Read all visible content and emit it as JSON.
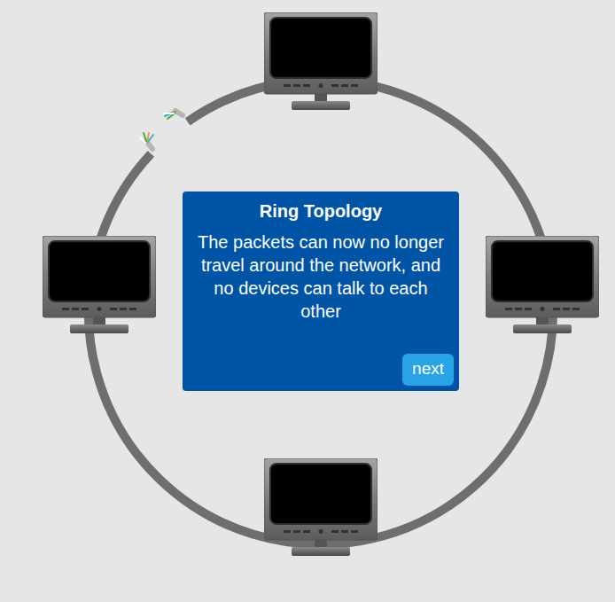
{
  "diagram": {
    "nodes": [
      {
        "text": [
          "Ring Topology",
          "The packets can now no longer travel around the network, and no devices can talk to each other"
        ]
      },
      {
        "text": [
          "next"
        ],
        "in": 0
      }
    ]
  }
}
